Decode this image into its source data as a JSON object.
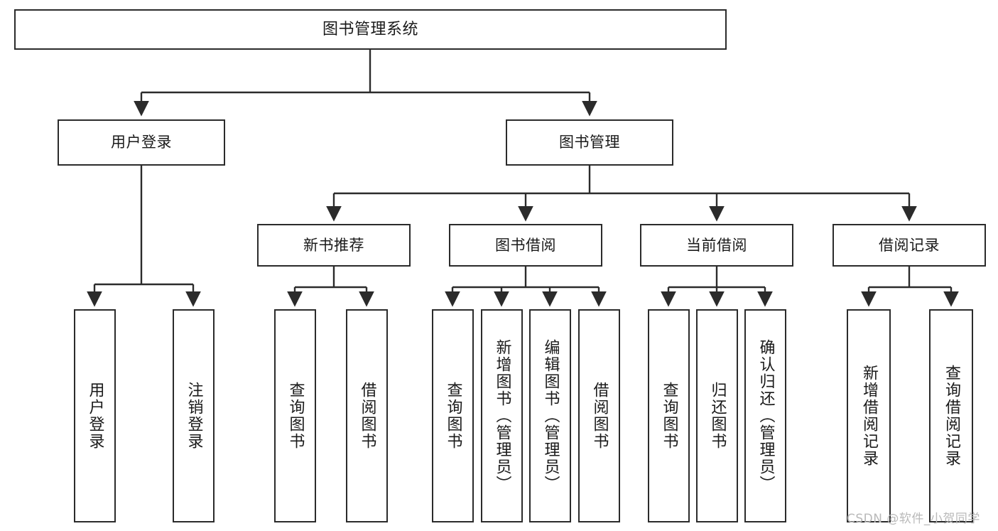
{
  "diagram": {
    "title": "图书管理系统",
    "type": "tree-hierarchy",
    "nodes": {
      "root": {
        "label": "图书管理系统"
      },
      "login": {
        "label": "用户登录"
      },
      "book_mgmt": {
        "label": "图书管理"
      },
      "new_book": {
        "label": "新书推荐"
      },
      "borrow": {
        "label": "图书借阅"
      },
      "current_borrow": {
        "label": "当前借阅"
      },
      "borrow_record": {
        "label": "借阅记录"
      },
      "leaf_login_user": {
        "label": "用户登录"
      },
      "leaf_login_logout": {
        "label": "注销登录"
      },
      "leaf_new_query": {
        "label": "查询图书"
      },
      "leaf_new_borrow": {
        "label": "借阅图书"
      },
      "leaf_borrow_query": {
        "label": "查询图书"
      },
      "leaf_borrow_add": {
        "label": "新增图书（管理员）"
      },
      "leaf_borrow_edit": {
        "label": "编辑图书（管理员）"
      },
      "leaf_borrow_borrow": {
        "label": "借阅图书"
      },
      "leaf_cur_query": {
        "label": "查询图书"
      },
      "leaf_cur_return": {
        "label": "归还图书"
      },
      "leaf_cur_confirm": {
        "label": "确认归还（管理员）"
      },
      "leaf_rec_add": {
        "label": "新增借阅记录"
      },
      "leaf_rec_query": {
        "label": "查询借阅记录"
      }
    },
    "edges": [
      {
        "from": "root",
        "to": "login"
      },
      {
        "from": "root",
        "to": "book_mgmt"
      },
      {
        "from": "login",
        "to": "leaf_login_user"
      },
      {
        "from": "login",
        "to": "leaf_login_logout"
      },
      {
        "from": "book_mgmt",
        "to": "new_book"
      },
      {
        "from": "book_mgmt",
        "to": "borrow"
      },
      {
        "from": "book_mgmt",
        "to": "current_borrow"
      },
      {
        "from": "book_mgmt",
        "to": "borrow_record"
      },
      {
        "from": "new_book",
        "to": "leaf_new_query"
      },
      {
        "from": "new_book",
        "to": "leaf_new_borrow"
      },
      {
        "from": "borrow",
        "to": "leaf_borrow_query"
      },
      {
        "from": "borrow",
        "to": "leaf_borrow_add"
      },
      {
        "from": "borrow",
        "to": "leaf_borrow_edit"
      },
      {
        "from": "borrow",
        "to": "leaf_borrow_borrow"
      },
      {
        "from": "current_borrow",
        "to": "leaf_cur_query"
      },
      {
        "from": "current_borrow",
        "to": "leaf_cur_return"
      },
      {
        "from": "current_borrow",
        "to": "leaf_cur_confirm"
      },
      {
        "from": "borrow_record",
        "to": "leaf_rec_add"
      },
      {
        "from": "borrow_record",
        "to": "leaf_rec_query"
      }
    ],
    "colors": {
      "stroke": "#2b2b2b",
      "fill": "#ffffff",
      "text": "#1a1a1a",
      "watermark": "#b9b9b9"
    }
  },
  "watermark": {
    "text": "CSDN @软件_小贺同学"
  }
}
